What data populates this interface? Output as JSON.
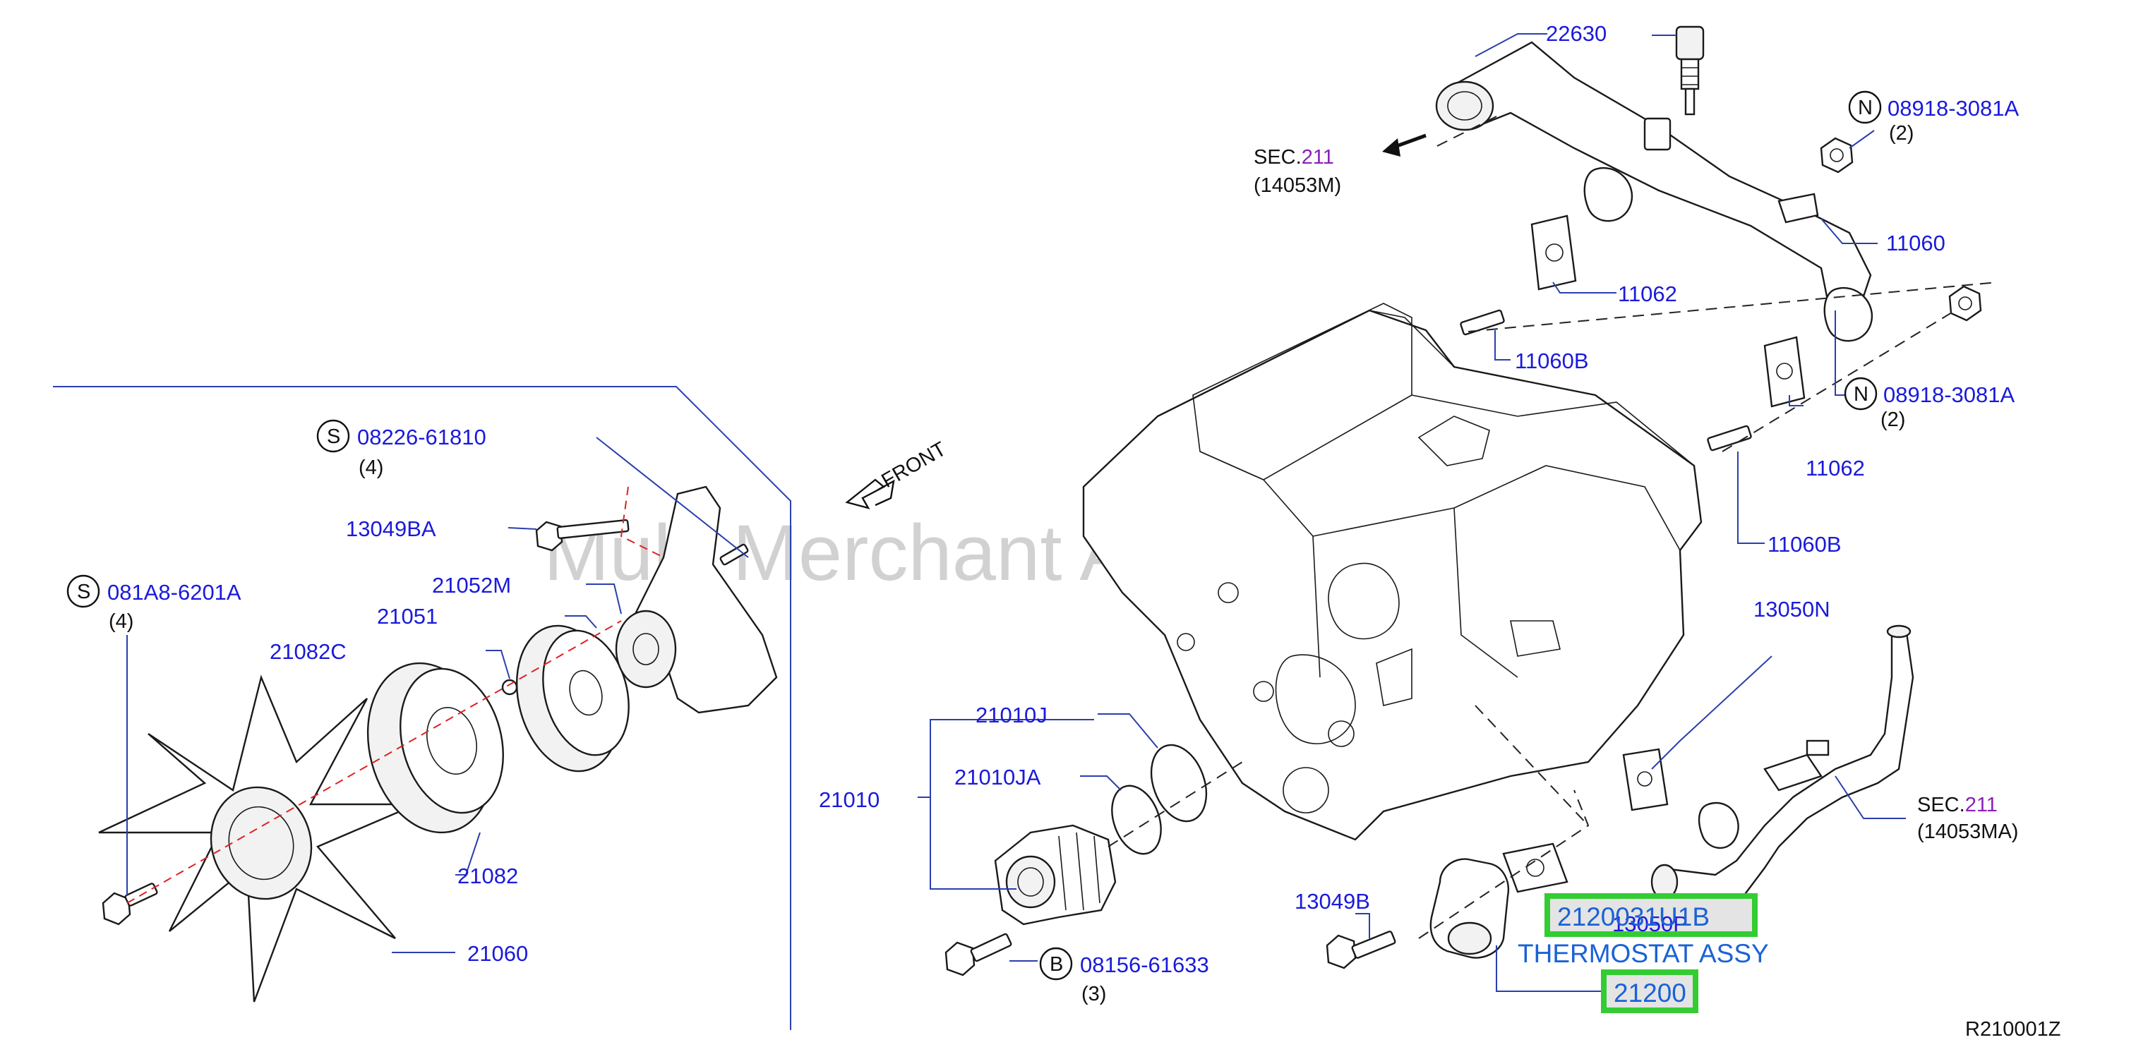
{
  "watermark": "Multi Merchant Auto Partstore",
  "diagram_code": "R210001Z",
  "front_label": "FRONT",
  "sec_refs": [
    {
      "prefix": "SEC.",
      "num": "211",
      "sub": "(14053M)"
    },
    {
      "prefix": "SEC.",
      "num": "211",
      "sub": "(14053MA)"
    }
  ],
  "bubbles": {
    "S": "S",
    "N": "N",
    "B": "B"
  },
  "labels": {
    "p22630": "22630",
    "p08918_1": "08918-3081A",
    "q2a": "(2)",
    "p11060": "11060",
    "p11062a": "11062",
    "p11060Ba": "11060B",
    "p08918_2": "08918-3081A",
    "q2b": "(2)",
    "p11062b": "11062",
    "p11060Bb": "11060B",
    "p13050N": "13050N",
    "p08226": "08226-61810",
    "q4a": "(4)",
    "p13049BA": "13049BA",
    "p21052M": "21052M",
    "p081A8": "081A8-6201A",
    "q4b": "(4)",
    "p21051": "21051",
    "p21082C": "21082C",
    "p21082": "21082",
    "p21060": "21060",
    "p21010J": "21010J",
    "p21010JA": "21010JA",
    "p21010": "21010",
    "p13049B": "13049B",
    "p08156": "08156-61633",
    "q3": "(3)",
    "p13050P": "13050P"
  },
  "highlight": {
    "part_number": "2120031U1B",
    "description": "THERMOSTAT ASSY",
    "callout": "21200"
  },
  "colors": {
    "part_number_blue": "#1a1adb",
    "highlight_border": "#33cc33",
    "highlight_text": "#1a62d6",
    "sec_purple": "#8a1fb8",
    "leader_line": "#2a3fae"
  }
}
